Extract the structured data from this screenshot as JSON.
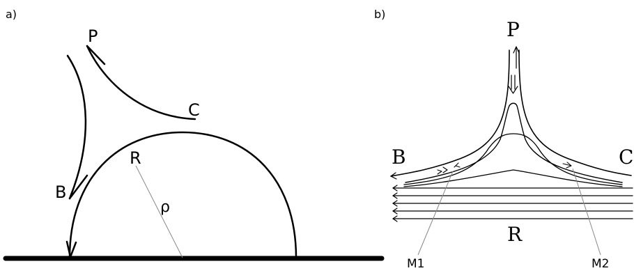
{
  "panel_a": {
    "tag": "a)",
    "labels": {
      "p": "P",
      "c": "C",
      "b": "B",
      "r": "R",
      "rho": "ρ"
    }
  },
  "panel_b": {
    "tag": "b)",
    "labels": {
      "p": "P",
      "b": "B",
      "c": "C",
      "r": "R",
      "m1": "M1",
      "m2": "M2"
    }
  },
  "colors": {
    "ink": "#000000",
    "background": "#ffffff",
    "guide": "#888888"
  }
}
